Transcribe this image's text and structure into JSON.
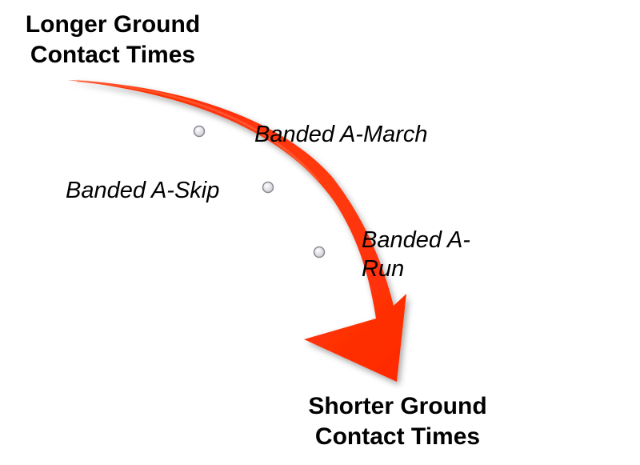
{
  "diagram": {
    "start_label": {
      "line1": "Longer Ground",
      "line2": "Contact Times"
    },
    "end_label": {
      "line1": "Shorter Ground",
      "line2": "Contact Times"
    },
    "steps": [
      {
        "label_line1": "Banded A-March",
        "label_line2": ""
      },
      {
        "label_line1": "Banded A-Skip",
        "label_line2": ""
      },
      {
        "label_line1": "Banded A-",
        "label_line2": "Run"
      }
    ],
    "colors": {
      "arrow_fill": "#ff2a00",
      "arrow_highlight": "#ff6a3a",
      "marker_fill": "#e0e0e6",
      "marker_stroke": "#8a8a94",
      "text": "#000000"
    },
    "icons": {
      "arrow": "curved-down-right-arrow-icon",
      "marker": "circle-dot-icon"
    }
  }
}
